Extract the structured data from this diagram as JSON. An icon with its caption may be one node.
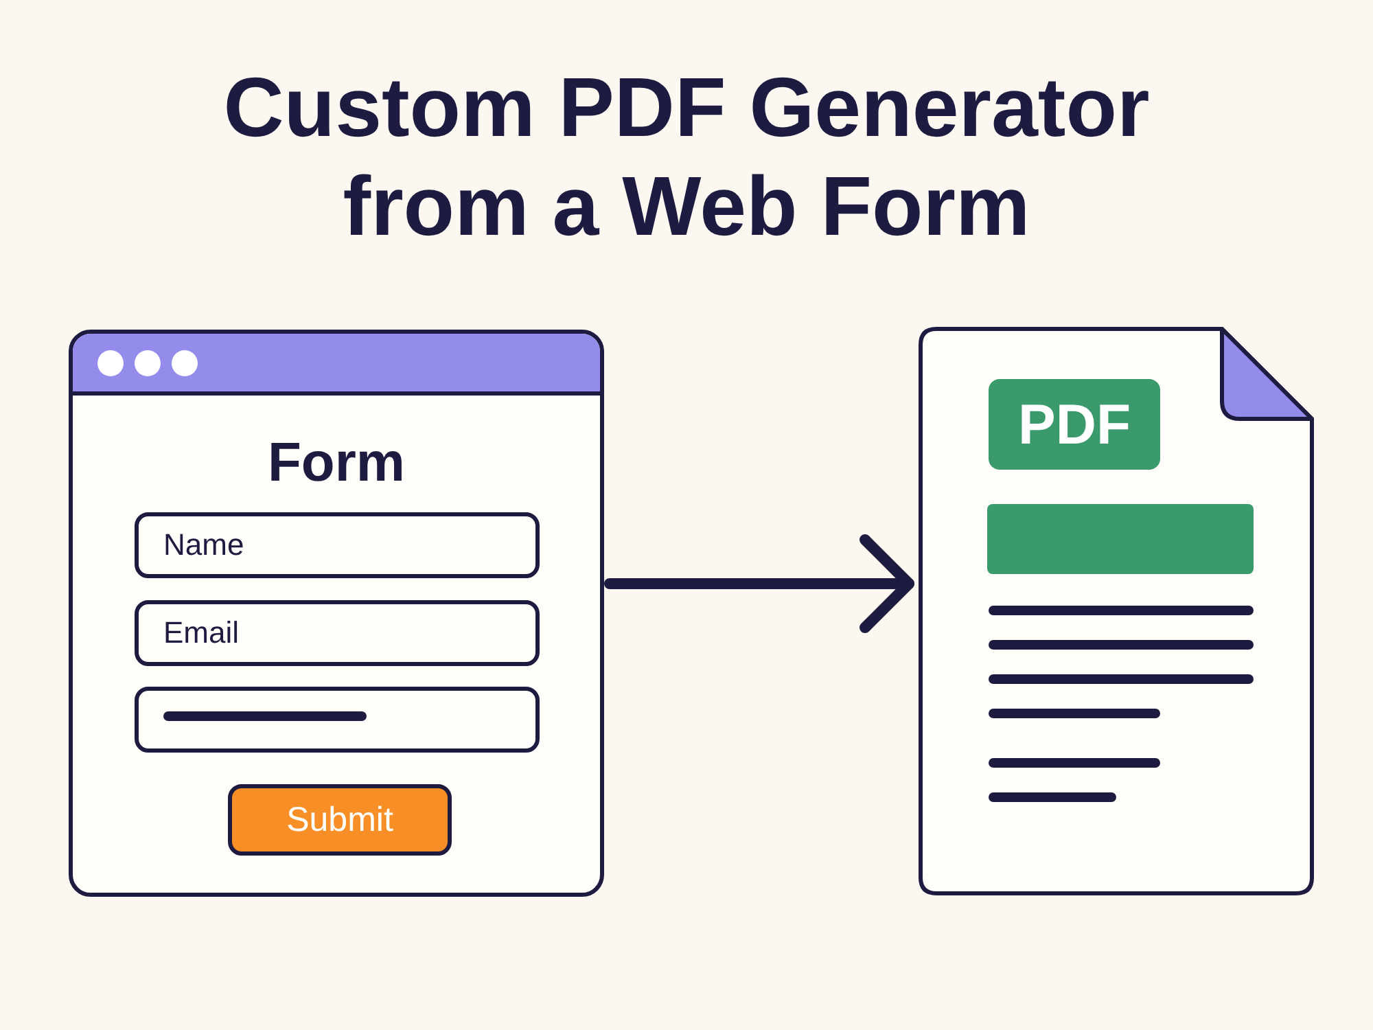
{
  "diagram": {
    "title": "Custom PDF Generator from a Web Form",
    "nodes": [
      {
        "text": [
          "Form"
        ]
      },
      {
        "text": [
          "Name"
        ],
        "in": 0
      },
      {
        "text": [
          "Email"
        ],
        "in": 0
      },
      {
        "text": [],
        "shape": "box",
        "in": 0
      },
      {
        "text": [
          "Submit"
        ],
        "in": 0
      },
      {
        "text": [],
        "shape": "document"
      },
      {
        "text": [
          "PDF"
        ],
        "in": 5
      },
      {
        "text": [],
        "shape": "bar",
        "in": 5
      }
    ],
    "edges": [
      {
        "from": 0,
        "to": 5,
        "arrow": "to"
      }
    ]
  }
}
